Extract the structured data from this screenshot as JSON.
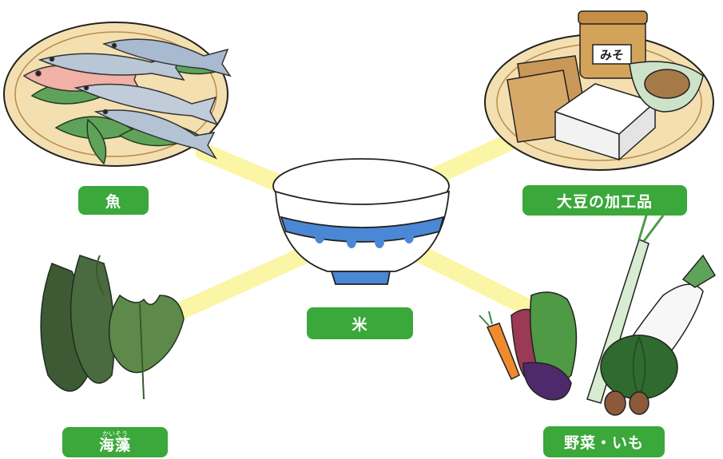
{
  "center": {
    "label": "米"
  },
  "nodes": {
    "fish": {
      "label": "魚"
    },
    "soy": {
      "label": "大豆の加工品",
      "miso_text": "みそ"
    },
    "seaweed": {
      "label": "海藻",
      "ruby": "かいそう"
    },
    "vegetables": {
      "label": "野菜・いも"
    }
  },
  "colors": {
    "label_bg": "#3aa83a",
    "connector": "#fbf5a2",
    "bowl_blue": "#4a88d6",
    "tray": "#f4dfb0"
  }
}
